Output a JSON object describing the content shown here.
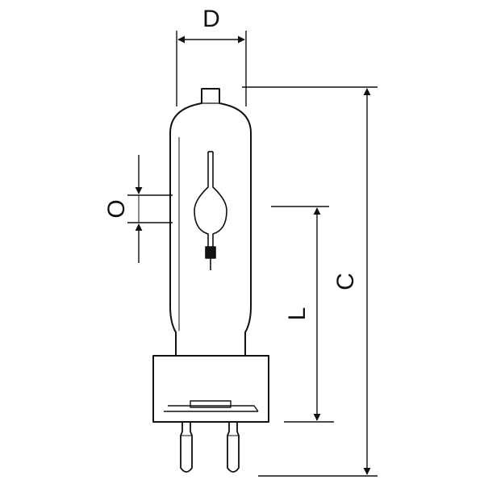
{
  "labels": {
    "d": "D",
    "o": "O",
    "l": "L",
    "c": "C"
  },
  "colors": {
    "line": "#111111",
    "background": "#ffffff"
  }
}
